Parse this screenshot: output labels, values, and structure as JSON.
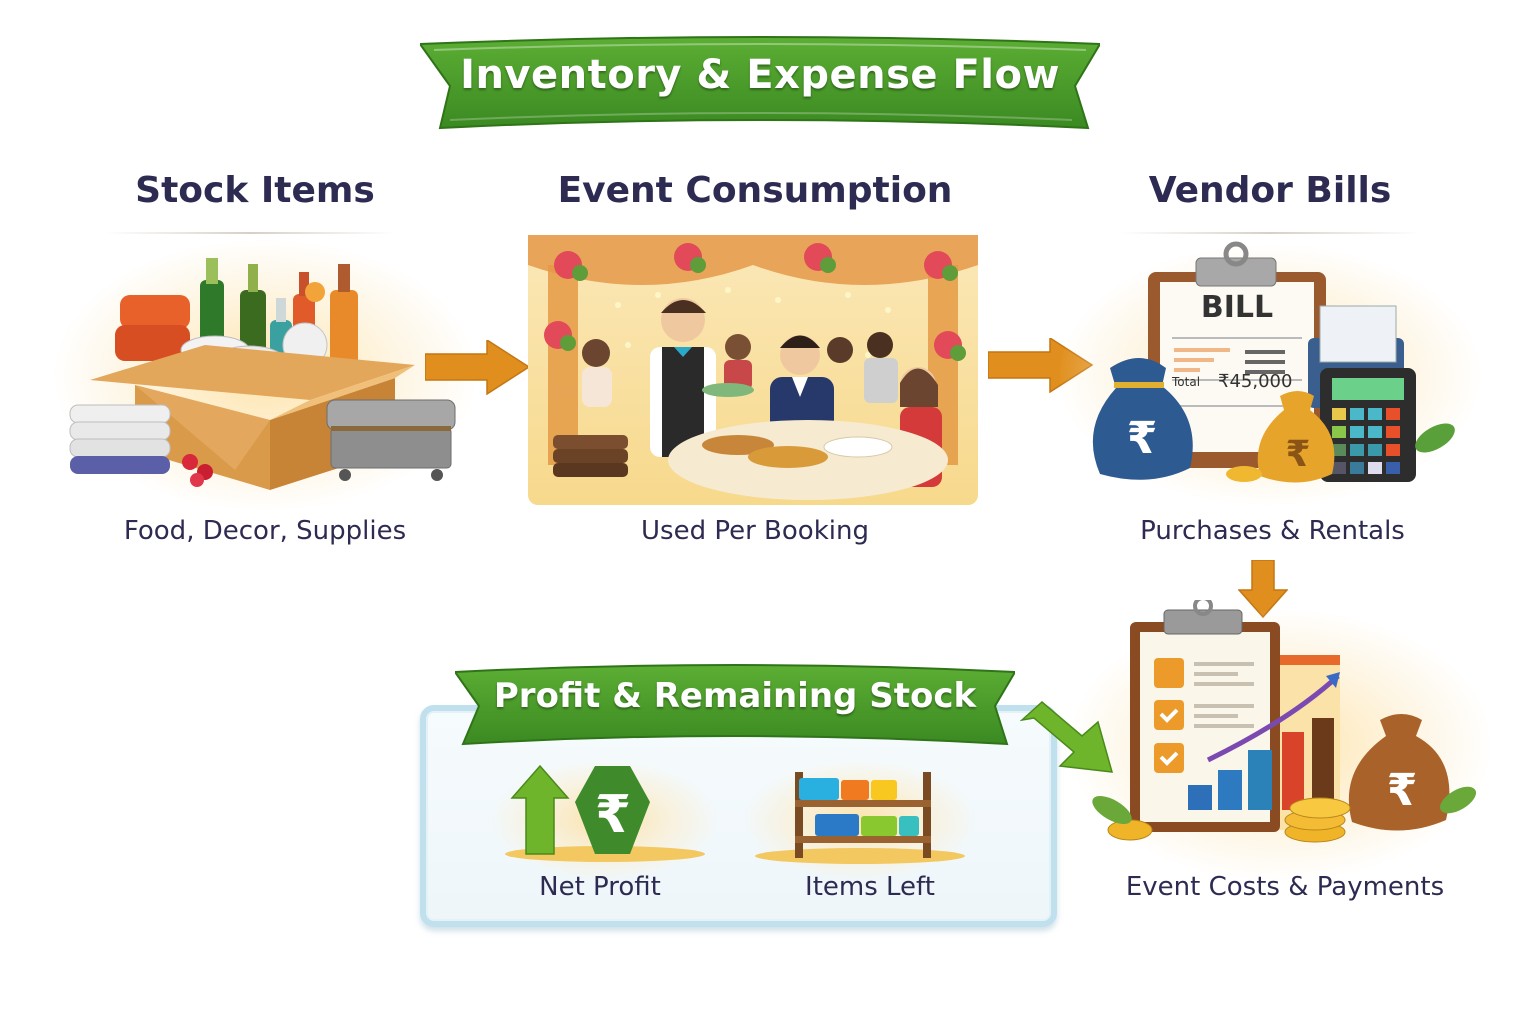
{
  "title": "Inventory & Expense Flow",
  "colors": {
    "banner_green": "#4a9a2c",
    "heading_text": "#2d2b52",
    "arrow_orange": "#e08f1e",
    "arrow_green": "#6fb52c",
    "box_border": "#bfe0ec"
  },
  "stages": [
    {
      "heading": "Stock Items",
      "caption": "Food, Decor, Supplies",
      "icon": "stock-box-icon"
    },
    {
      "heading": "Event Consumption",
      "caption": "Used Per Booking",
      "icon": "banquet-dining-icon"
    },
    {
      "heading": "Vendor Bills",
      "caption": "Purchases & Rentals",
      "icon": "bill-clipboard-icon",
      "bill": {
        "label": "BILL",
        "total_label": "Total",
        "amount": "₹45,000"
      }
    },
    {
      "heading": "",
      "caption": "Event Costs & Payments",
      "icon": "cost-report-icon"
    }
  ],
  "summary": {
    "banner": "Profit & Remaining Stock",
    "items": [
      {
        "label": "Net Profit",
        "icon": "rupee-profit-icon",
        "symbol": "₹"
      },
      {
        "label": "Items Left",
        "icon": "stock-shelf-icon"
      }
    ]
  },
  "flow_arrows": [
    {
      "from": "Stock Items",
      "to": "Event Consumption",
      "direction": "right"
    },
    {
      "from": "Event Consumption",
      "to": "Vendor Bills",
      "direction": "right"
    },
    {
      "from": "Vendor Bills",
      "to": "Event Costs & Payments",
      "direction": "down"
    },
    {
      "from": "Profit & Remaining Stock",
      "to": "Event Costs & Payments",
      "direction": "down-right"
    }
  ]
}
